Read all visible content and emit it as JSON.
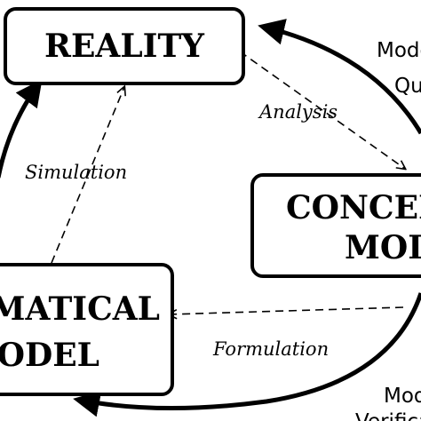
{
  "nodes": {
    "reality": {
      "label": "REALITY"
    },
    "conceptual_model": {
      "line1": "CONCEPTUAL",
      "line2": "MODEL"
    },
    "mathematical_model": {
      "line1": "MATHEMATICAL",
      "line2": "MODEL"
    }
  },
  "flows": {
    "analysis": "Analysis",
    "simulation": "Simulation",
    "formulation": "Formulation"
  },
  "cycle_labels": {
    "top_right_line1": "Model",
    "top_right_line2": "Qualification",
    "bottom_right_line1": "Model",
    "bottom_right_line2": "Verification"
  }
}
